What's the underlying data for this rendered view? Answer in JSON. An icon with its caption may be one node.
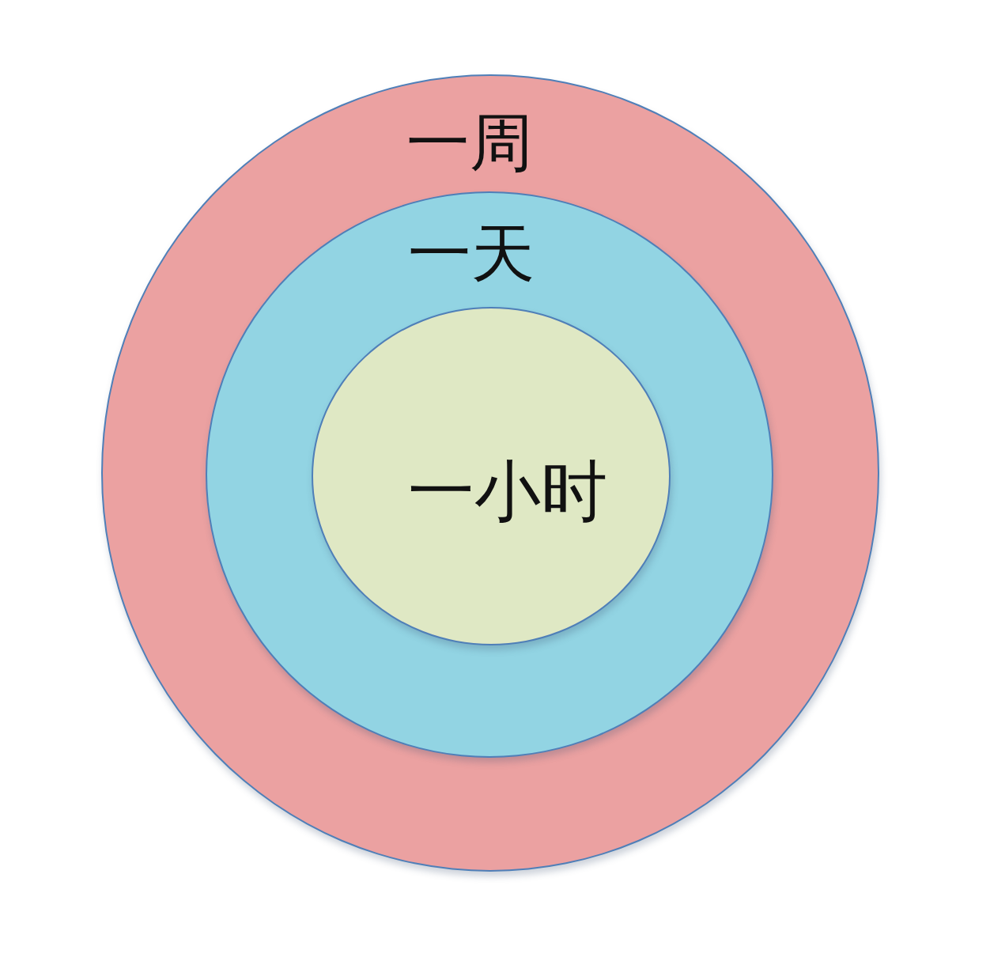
{
  "diagram": {
    "nodes": [
      {
        "text": [
          "一周"
        ]
      },
      {
        "text": [
          "一天"
        ],
        "in": 0
      },
      {
        "text": [
          "一小时"
        ],
        "in": 1
      }
    ]
  }
}
